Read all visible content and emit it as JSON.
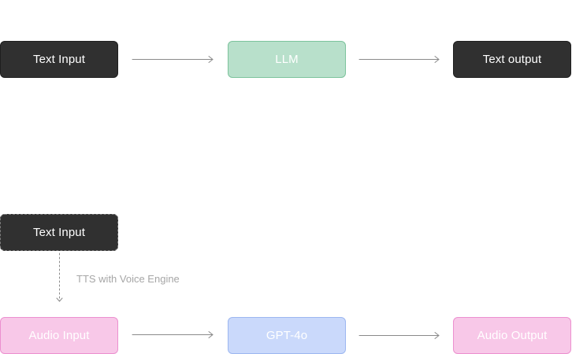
{
  "diagram": {
    "top_row": {
      "input": "Text Input",
      "model": "LLM",
      "output": "Text output"
    },
    "bottom_flow": {
      "source": "Text Input",
      "conversion_label": "TTS with Voice Engine",
      "input": "Audio Input",
      "model": "GPT-4o",
      "output": "Audio Output"
    }
  },
  "colors": {
    "dark_box": "#303030",
    "llm_green": "#b8e0cb",
    "audio_pink": "#f8c8e8",
    "gpt_blue": "#cad9fb",
    "arrow": "#8a8a8a"
  }
}
